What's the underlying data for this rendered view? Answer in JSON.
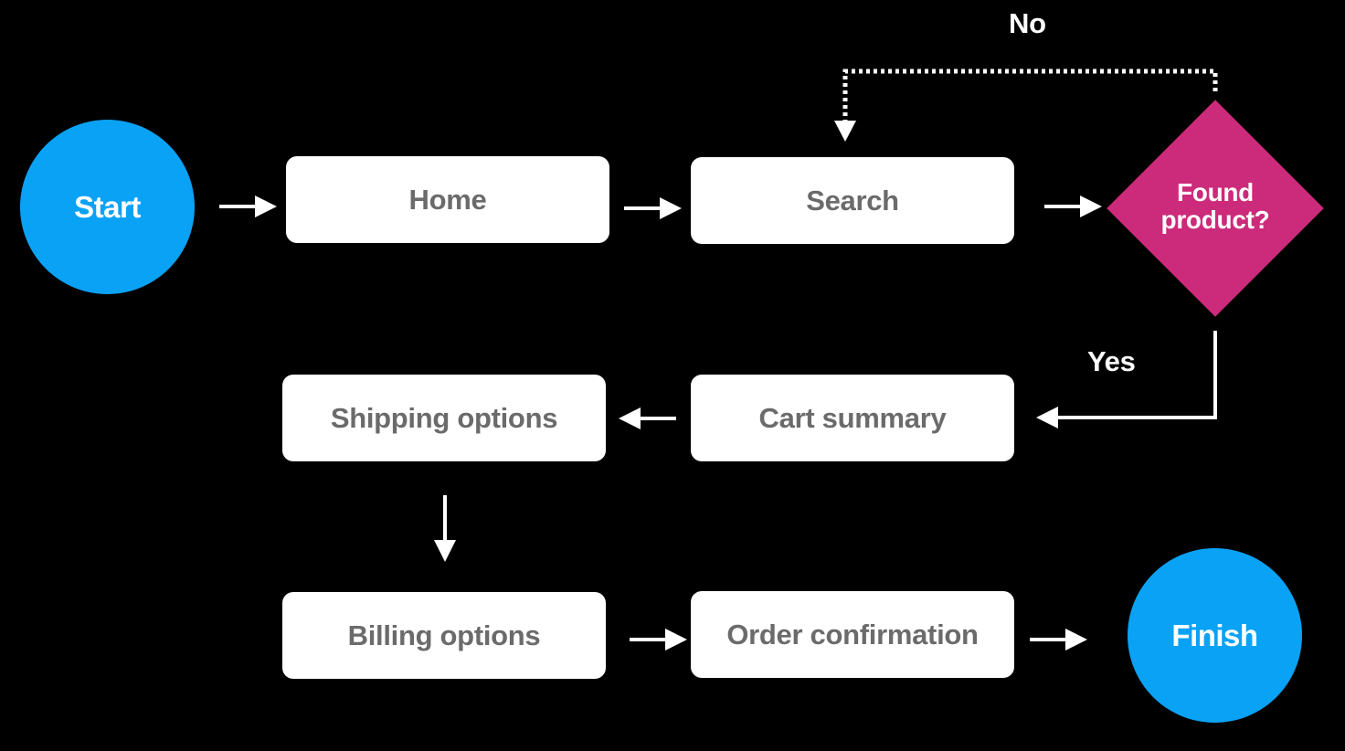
{
  "colors": {
    "background": "#000000",
    "terminal": "#0aa2f5",
    "decision": "#cc2a7a",
    "step_fill": "#ffffff",
    "step_text": "#6b6b6b",
    "arrow": "#ffffff"
  },
  "nodes": {
    "start": "Start",
    "home": "Home",
    "search": "Search",
    "decision_line1": "Found",
    "decision_line2": "product?",
    "cart_summary": "Cart summary",
    "shipping_options": "Shipping options",
    "billing_options": "Billing options",
    "order_confirmation": "Order confirmation",
    "finish": "Finish"
  },
  "edge_labels": {
    "no": "No",
    "yes": "Yes"
  },
  "edges": [
    {
      "from": "start",
      "to": "home"
    },
    {
      "from": "home",
      "to": "search"
    },
    {
      "from": "search",
      "to": "decision"
    },
    {
      "from": "decision",
      "to": "search",
      "label": "no",
      "style": "dotted"
    },
    {
      "from": "decision",
      "to": "cart_summary",
      "label": "yes"
    },
    {
      "from": "cart_summary",
      "to": "shipping_options"
    },
    {
      "from": "shipping_options",
      "to": "billing_options"
    },
    {
      "from": "billing_options",
      "to": "order_confirmation"
    },
    {
      "from": "order_confirmation",
      "to": "finish"
    }
  ]
}
